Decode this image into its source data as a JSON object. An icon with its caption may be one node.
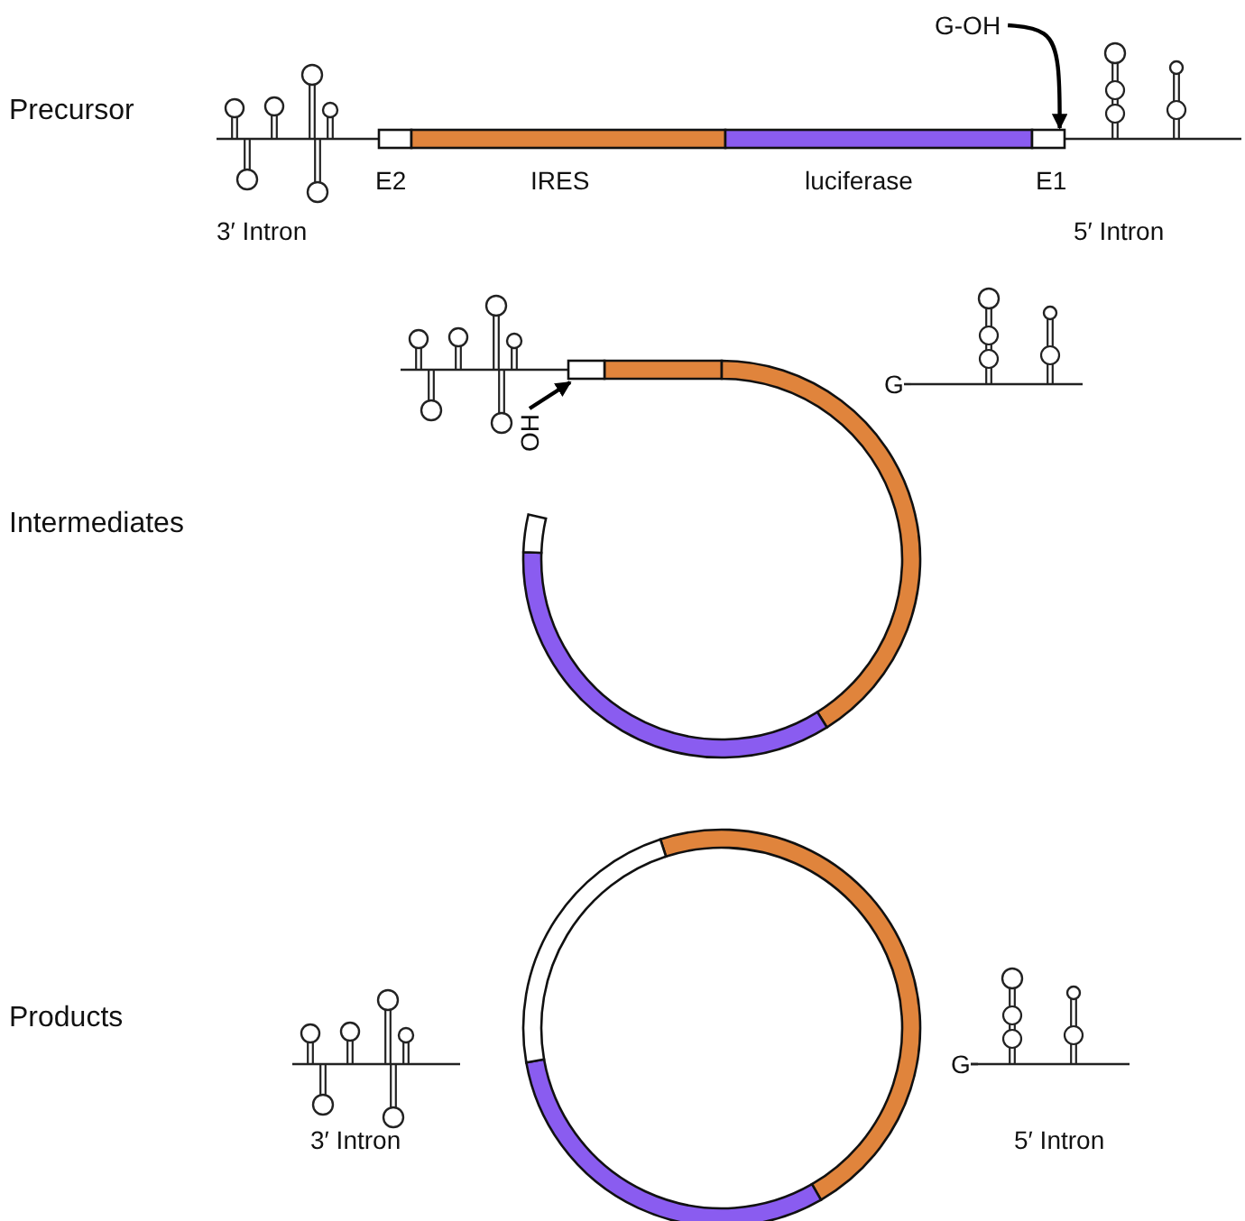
{
  "diagram": {
    "nodes": [
      {
        "text": [
          "G-OH"
        ]
      },
      {
        "text": [
          "OH"
        ]
      },
      {
        "text": [],
        "shape": "box"
      },
      {
        "text": [],
        "shape": "box"
      }
    ],
    "edges": [
      {
        "from": 0,
        "to": 2,
        "arrow": "to"
      },
      {
        "from": 1,
        "to": 3,
        "arrow": "to"
      }
    ],
    "labels": [
      "Precursor",
      "E2",
      "IRES",
      "luciferase",
      "E1",
      "3′ Intron",
      "5′ Intron",
      "Intermediates",
      "G",
      "Products",
      "3′ Intron",
      "G",
      "5′ Intron"
    ]
  }
}
